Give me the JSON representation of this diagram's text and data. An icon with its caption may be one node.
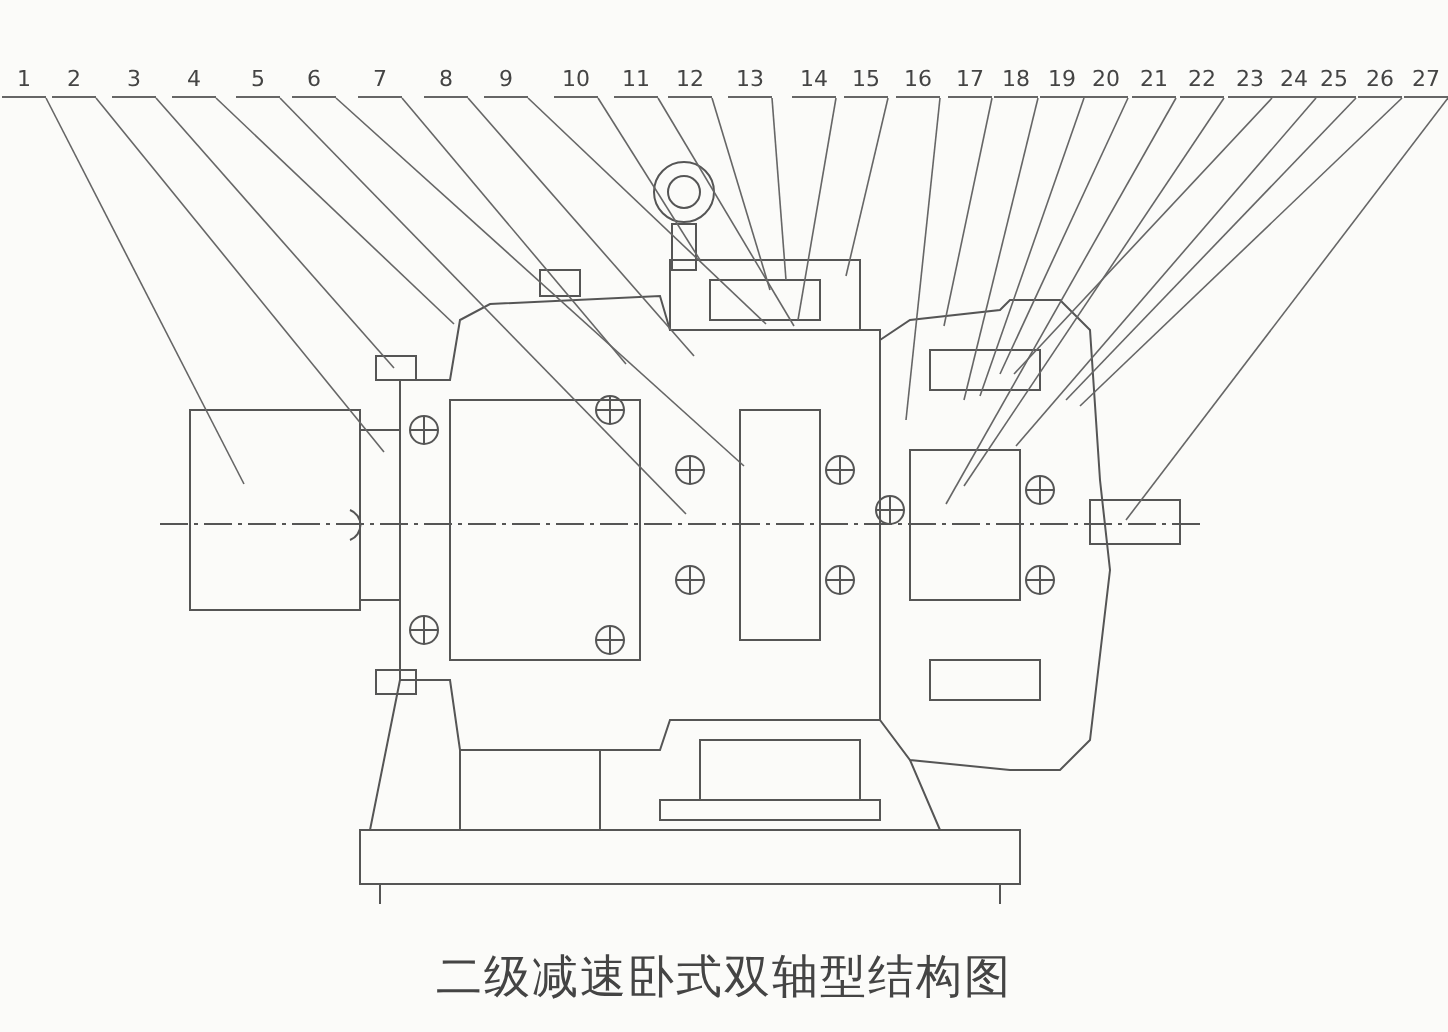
{
  "diagram": {
    "caption": "二级减速卧式双轴型结构图",
    "nodes": [
      {
        "text": [
          "1"
        ]
      },
      {
        "text": [
          "2"
        ]
      },
      {
        "text": [
          "3"
        ]
      },
      {
        "text": [
          "4"
        ]
      },
      {
        "text": [
          "5"
        ]
      },
      {
        "text": [
          "6"
        ]
      },
      {
        "text": [
          "7"
        ]
      },
      {
        "text": [
          "8"
        ]
      },
      {
        "text": [
          "9"
        ]
      },
      {
        "text": [
          "10"
        ]
      },
      {
        "text": [
          "11"
        ]
      },
      {
        "text": [
          "12"
        ]
      },
      {
        "text": [
          "13"
        ]
      },
      {
        "text": [
          "14"
        ]
      },
      {
        "text": [
          "15"
        ]
      },
      {
        "text": [
          "16"
        ]
      },
      {
        "text": [
          "17"
        ]
      },
      {
        "text": [
          "18"
        ]
      },
      {
        "text": [
          "19"
        ]
      },
      {
        "text": [
          "20"
        ]
      },
      {
        "text": [
          "21"
        ]
      },
      {
        "text": [
          "22"
        ]
      },
      {
        "text": [
          "23"
        ]
      },
      {
        "text": [
          "24"
        ]
      },
      {
        "text": [
          "25"
        ]
      },
      {
        "text": [
          "26"
        ]
      },
      {
        "text": [
          "27"
        ]
      }
    ],
    "edges": [
      {
        "from": 0,
        "to": null,
        "arrow": "none"
      },
      {
        "from": 1,
        "to": null,
        "arrow": "none"
      },
      {
        "from": 2,
        "to": null,
        "arrow": "none"
      },
      {
        "from": 3,
        "to": null,
        "arrow": "none"
      },
      {
        "from": 4,
        "to": null,
        "arrow": "none"
      },
      {
        "from": 5,
        "to": null,
        "arrow": "none"
      },
      {
        "from": 6,
        "to": null,
        "arrow": "none"
      },
      {
        "from": 7,
        "to": null,
        "arrow": "none"
      },
      {
        "from": 8,
        "to": null,
        "arrow": "none"
      },
      {
        "from": 9,
        "to": null,
        "arrow": "none"
      },
      {
        "from": 10,
        "to": null,
        "arrow": "none"
      },
      {
        "from": 11,
        "to": null,
        "arrow": "none"
      },
      {
        "from": 12,
        "to": null,
        "arrow": "none"
      },
      {
        "from": 13,
        "to": null,
        "arrow": "none"
      },
      {
        "from": 14,
        "to": null,
        "arrow": "none"
      },
      {
        "from": 15,
        "to": null,
        "arrow": "none"
      },
      {
        "from": 16,
        "to": null,
        "arrow": "none"
      },
      {
        "from": 17,
        "to": null,
        "arrow": "none"
      },
      {
        "from": 18,
        "to": null,
        "arrow": "none"
      },
      {
        "from": 19,
        "to": null,
        "arrow": "none"
      },
      {
        "from": 20,
        "to": null,
        "arrow": "none"
      },
      {
        "from": 21,
        "to": null,
        "arrow": "none"
      },
      {
        "from": 22,
        "to": null,
        "arrow": "none"
      },
      {
        "from": 23,
        "to": null,
        "arrow": "none"
      },
      {
        "from": 24,
        "to": null,
        "arrow": "none"
      },
      {
        "from": 25,
        "to": null,
        "arrow": "none"
      },
      {
        "from": 26,
        "to": null,
        "arrow": "none"
      }
    ]
  }
}
